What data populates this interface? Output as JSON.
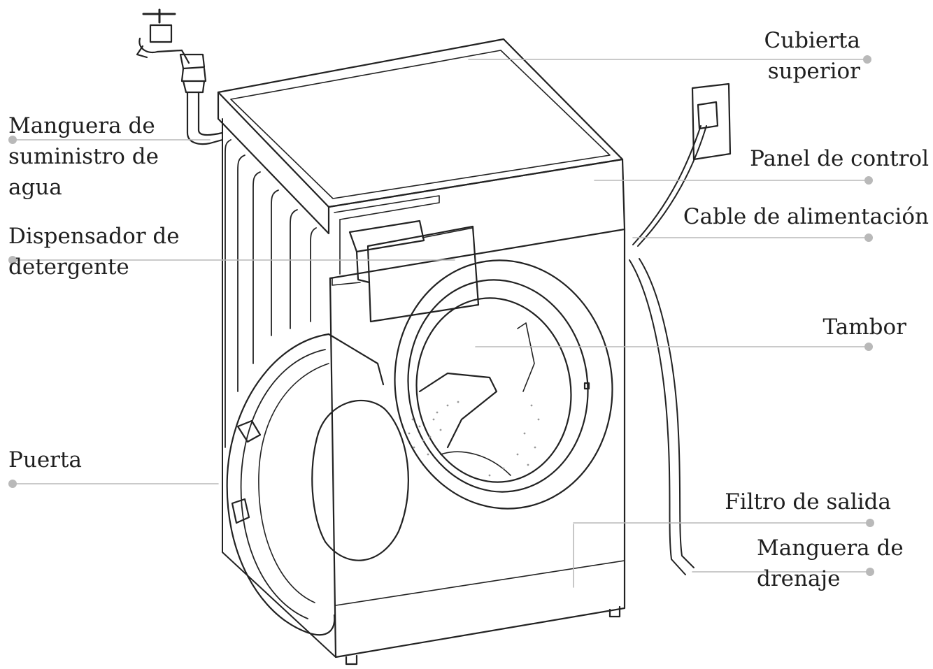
{
  "diagram": {
    "labels": {
      "cubierta_superior": [
        "Cubierta",
        "superior"
      ],
      "manguera_suministro": [
        "Manguera de",
        "suministro de",
        "agua"
      ],
      "panel_control": [
        "Panel de control"
      ],
      "cable_alimentacion": [
        "Cable de alimentación"
      ],
      "dispensador": [
        "Dispensador de",
        "detergente"
      ],
      "tambor": [
        "Tambor"
      ],
      "puerta": [
        "Puerta"
      ],
      "filtro_salida": [
        "Filtro de salida"
      ],
      "manguera_drenaje": [
        "Manguera de",
        "drenaje"
      ]
    },
    "colors": {
      "line": "#222222",
      "leader": "#b9b9b9",
      "text": "#1f1f1f"
    }
  }
}
